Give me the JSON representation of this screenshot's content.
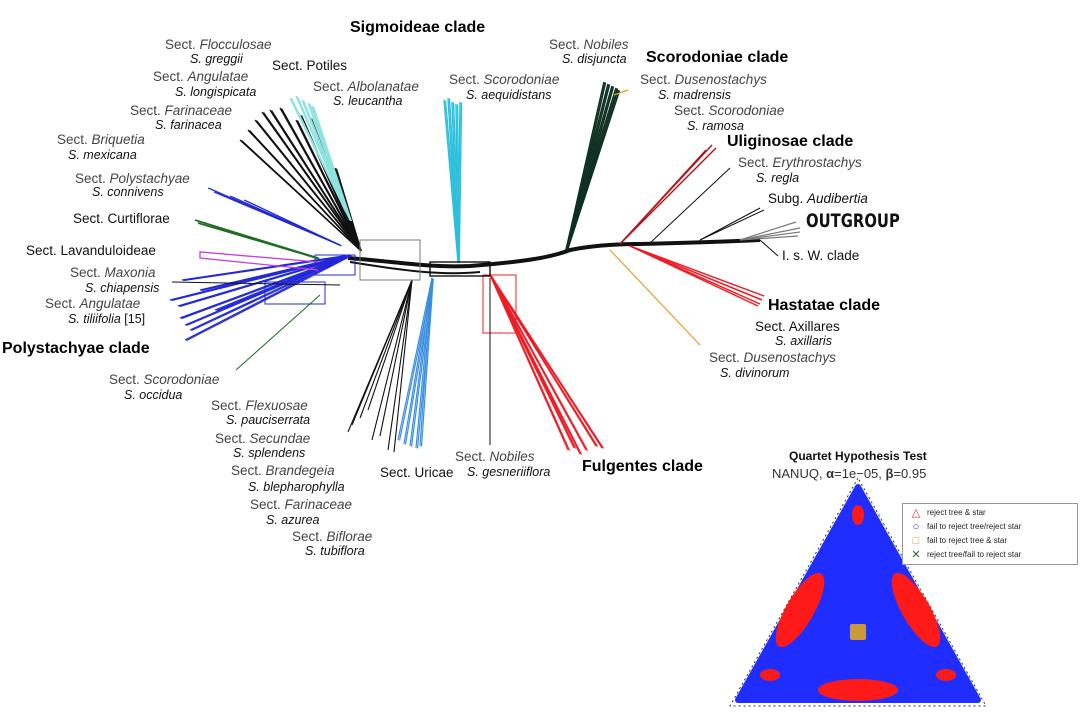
{
  "colors": {
    "black": "#111111",
    "grey": "#7a7a7a",
    "cyan_light": "#8fe3df",
    "cyan": "#2bbfdc",
    "blue": "#2228d6",
    "dark_green": "#1f6e22",
    "magenta": "#c83de0",
    "red": "#ee1c25",
    "dark_red": "#b0141a",
    "orange": "#e0a12a",
    "sky": "#3a8ee0",
    "dark_teal": "#0f2e22",
    "quartet_blue": "#1f2eff",
    "quartet_red": "#ff1a1a",
    "quartet_gold": "#c89a3c"
  },
  "clades": {
    "sigmoideae": "Sigmoideae clade",
    "scorodoniae": "Scorodoniae clade",
    "uliginosae": "Uliginosae clade",
    "outgroup": "OUTGROUP",
    "hastatae": "Hastatae  clade",
    "polystachyae": "Polystachyae clade",
    "fulgentes": "Fulgentes clade"
  },
  "labels": {
    "flocculosae": {
      "sect_prefix": "Sect. ",
      "sect_name": "Flocculosae",
      "species": "S. greggii"
    },
    "potiles": {
      "sect_prefix": "Sect. ",
      "sect_name": "Potiles"
    },
    "angulatae_top": {
      "sect_prefix": "Sect. ",
      "sect_name": "Angulatae",
      "species": "S. longispicata"
    },
    "albolanatae": {
      "sect_prefix": "Sect. ",
      "sect_name": "Albolanatae",
      "species": "S. leucantha"
    },
    "farinaceae_top": {
      "sect_prefix": "Sect. ",
      "sect_name": "Farinaceae",
      "species": "S. farinacea"
    },
    "briquetia": {
      "sect_prefix": "Sect. ",
      "sect_name": "Briquetia",
      "species": "S. mexicana"
    },
    "polystachyae": {
      "sect_prefix": "Sect. ",
      "sect_name": "Polystachyae",
      "species": "S. connivens"
    },
    "curtiflorae": {
      "sect_prefix": "Sect. ",
      "sect_name": "Curtiflorae"
    },
    "lavanduloideae": {
      "sect_prefix": "Sect. ",
      "sect_name": "Lavanduloideae"
    },
    "maxonia": {
      "sect_prefix": "Sect. ",
      "sect_name": "Maxonia",
      "species": "S. chiapensis"
    },
    "angulatae_low": {
      "sect_prefix": "Sect. ",
      "sect_name": "Angulatae",
      "species": "S. tiliifolia",
      "ref": " [15]"
    },
    "scorodoniae_left": {
      "sect_prefix": "Sect. ",
      "sect_name": "Scorodoniae",
      "species": "S. occidua"
    },
    "flexuosae": {
      "sect_prefix": "Sect. ",
      "sect_name": "Flexuosae",
      "species": "S. pauciserrata"
    },
    "secundae": {
      "sect_prefix": "Sect. ",
      "sect_name": "Secundae",
      "species": "S. splendens"
    },
    "brandegeia": {
      "sect_prefix": "Sect. ",
      "sect_name": "Brandegeia",
      "species": "S. blepharophylla"
    },
    "farinaceae_low": {
      "sect_prefix": "Sect. ",
      "sect_name": "Farinaceae",
      "species": "S. azurea"
    },
    "biflorae": {
      "sect_prefix": "Sect. ",
      "sect_name": "Biflorae",
      "species": "S. tubiflora"
    },
    "uricae": {
      "sect_prefix": "Sect. ",
      "sect_name": "Uricae"
    },
    "nobiles_low": {
      "sect_prefix": "Sect. ",
      "sect_name": "Nobiles",
      "species": "S. gesneriiflora"
    },
    "scorodoniae_mid": {
      "sect_prefix": "Sect. ",
      "sect_name": "Scorodoniae",
      "species": "S. aequidistans"
    },
    "nobiles_top": {
      "sect_prefix": "Sect. ",
      "sect_name": "Nobiles",
      "species": "S. disjuncta"
    },
    "dusenostachys_top": {
      "sect_prefix": "Sect. ",
      "sect_name": "Dusenostachys",
      "species": "S. madrensis"
    },
    "scorodoniae_right": {
      "sect_prefix": "Sect. ",
      "sect_name": "Scorodoniae",
      "species": "S. ramosa"
    },
    "erythrostachys": {
      "sect_prefix": "Sect. ",
      "sect_name": "Erythrostachys",
      "species": "S. regla"
    },
    "audibertia": {
      "sect_prefix": "Subg. ",
      "sect_name": "Audibertia"
    },
    "isw": {
      "text": "I. s. W. clade"
    },
    "axillares": {
      "sect_prefix": "Sect. ",
      "sect_name": "Axillares",
      "species": "S. axillaris"
    },
    "dusenostachys_low": {
      "sect_prefix": "Sect. ",
      "sect_name": "Dusenostachys",
      "species": "S. divinorum"
    }
  },
  "quartet": {
    "title": "Quartet Hypothesis Test",
    "subtitle_method": "NANUQ, ",
    "alpha_symbol": "α",
    "alpha_value": "=1e−05, ",
    "beta_symbol": "β",
    "beta_value": "=0.95",
    "legend": [
      {
        "symbol": "triangle-icon",
        "glyph": "△",
        "color": "#ee1c25",
        "label": "reject tree & star"
      },
      {
        "symbol": "circle-icon",
        "glyph": "○",
        "color": "#1f2eff",
        "label": "fail to reject tree/reject star"
      },
      {
        "symbol": "square-icon",
        "glyph": "□",
        "color": "#c89a3c",
        "label": "fail to reject tree & star"
      },
      {
        "symbol": "cross-icon",
        "glyph": "✕",
        "color": "#1f6e22",
        "label": "reject tree/fail to reject star"
      }
    ]
  }
}
